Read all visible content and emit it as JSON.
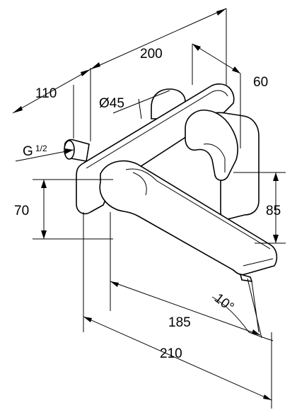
{
  "dimensions": {
    "length_wall_to_back": "110",
    "plate_width": "200",
    "lever_depth": "60",
    "rosette_diameter": "Ø45",
    "thread": "G",
    "thread_fraction": "1/2",
    "spout_height": "70",
    "plate_height": "85",
    "spout_projection": "185",
    "total_projection": "210",
    "spout_angle": "10°"
  }
}
